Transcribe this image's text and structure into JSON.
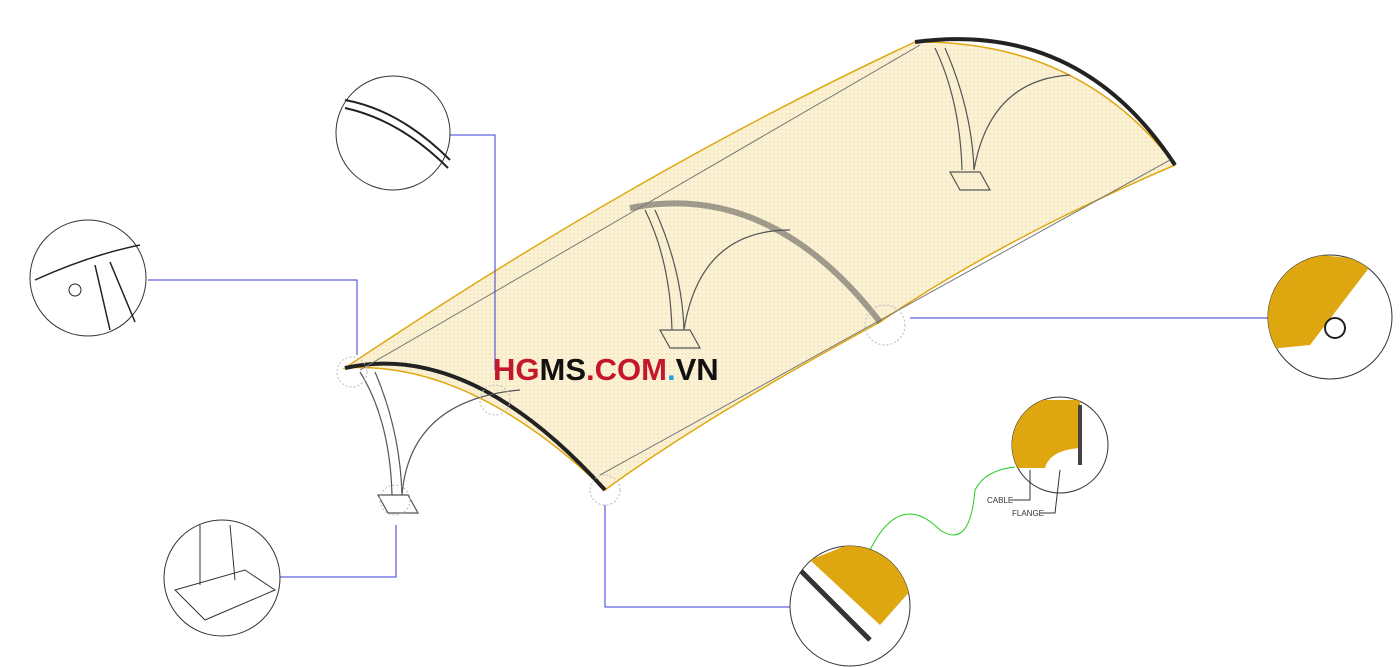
{
  "watermark": {
    "part1": "HG",
    "part2": "MS",
    "part3": ".COM",
    "dot": ".",
    "part4": "VN",
    "colors": {
      "red": "#c4172c",
      "black": "#111111",
      "blue": "#1ea0e0"
    }
  },
  "labels": {
    "cable": "CABLE",
    "flange": "FLANGE"
  },
  "colors": {
    "membrane": "#f7ecc8",
    "membrane_edge": "#e0a810",
    "detail_fill": "#dfa70f",
    "leader": "#3a3ad8",
    "green_leader": "#22cc22",
    "line": "#333333"
  }
}
